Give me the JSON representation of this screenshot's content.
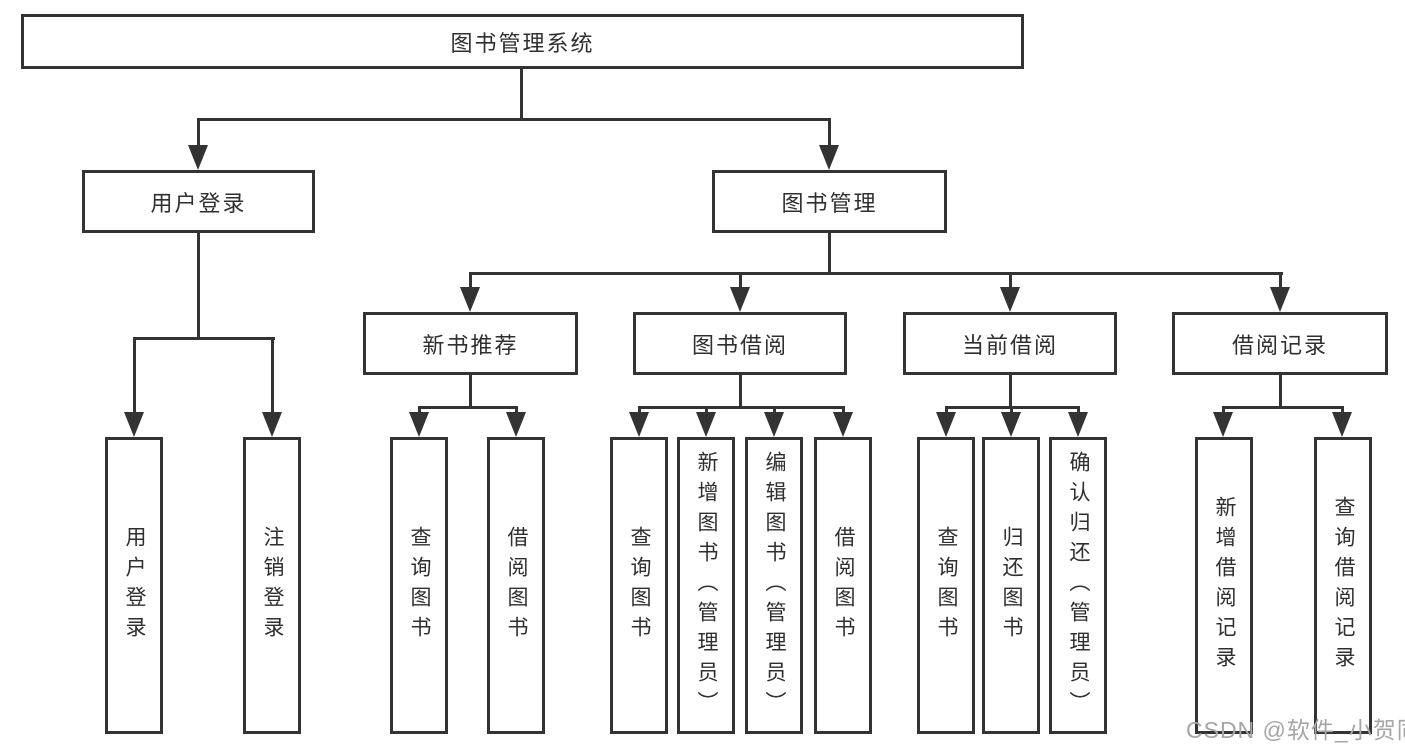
{
  "diagram": {
    "title": "图书管理系统",
    "branches": [
      {
        "label": "用户登录",
        "children": [
          {
            "label": "用户登录"
          },
          {
            "label": "注销登录"
          }
        ]
      },
      {
        "label": "图书管理",
        "children": [
          {
            "label": "新书推荐",
            "children": [
              {
                "label": "查询图书"
              },
              {
                "label": "借阅图书"
              }
            ]
          },
          {
            "label": "图书借阅",
            "children": [
              {
                "label": "查询图书"
              },
              {
                "label": "新增图书（管理员）"
              },
              {
                "label": "编辑图书（管理员）"
              },
              {
                "label": "借阅图书"
              }
            ]
          },
          {
            "label": "当前借阅",
            "children": [
              {
                "label": "查询图书"
              },
              {
                "label": "归还图书"
              },
              {
                "label": "确认归还（管理员）"
              }
            ]
          },
          {
            "label": "借阅记录",
            "children": [
              {
                "label": "新增借阅记录"
              },
              {
                "label": "查询借阅记录"
              }
            ]
          }
        ]
      }
    ]
  },
  "watermark": {
    "text": "CSDN @软件_小贺同学"
  },
  "colors": {
    "line": "#333333",
    "background": "#ffffff",
    "watermark": "#a6a6a6"
  }
}
